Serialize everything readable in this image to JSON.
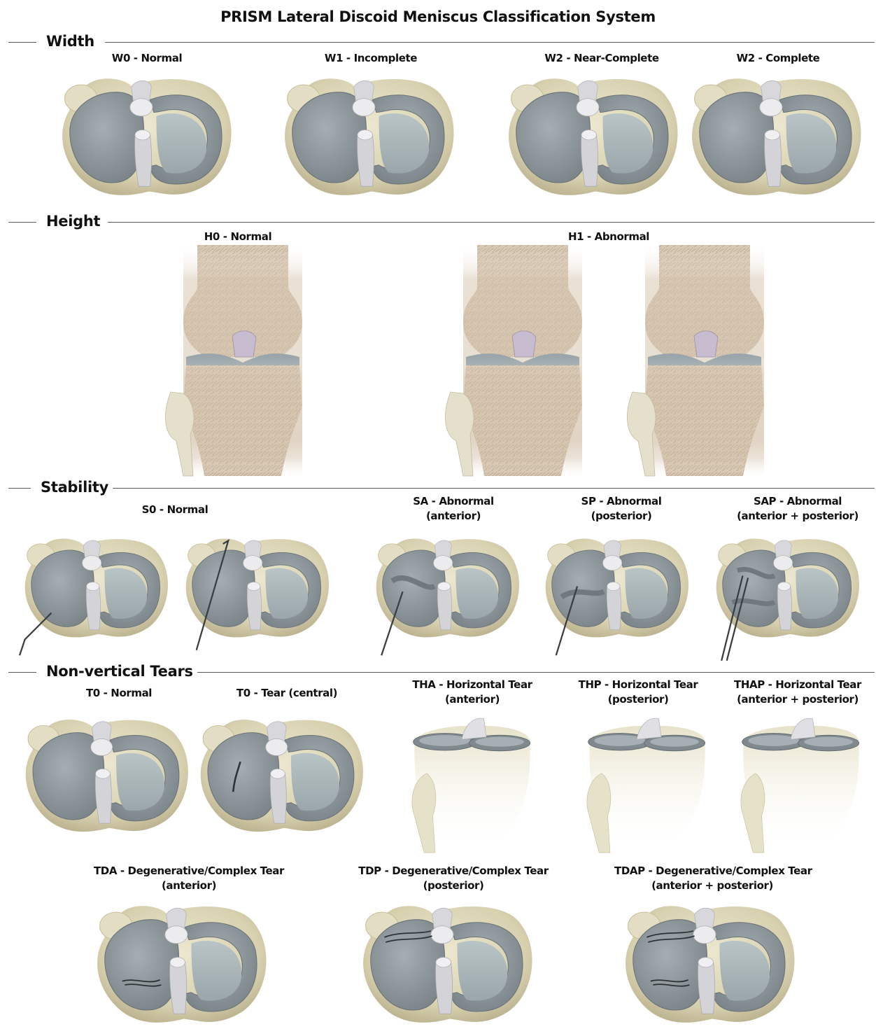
{
  "title": "PRISM Lateral Discoid Meniscus Classification System",
  "sections": {
    "width": {
      "label": "Width",
      "captions": [
        "W0 - Normal",
        "W1 - Incomplete",
        "W2 - Near-Complete",
        "W2 - Complete"
      ]
    },
    "height": {
      "label": "Height",
      "captions": [
        "H0 - Normal",
        "H1 - Abnormal"
      ]
    },
    "stability": {
      "label": "Stability",
      "captions": [
        {
          "line1": "S0 - Normal",
          "line2": ""
        },
        {
          "line1": "SA - Abnormal",
          "line2": "(anterior)"
        },
        {
          "line1": "SP - Abnormal",
          "line2": "(posterior)"
        },
        {
          "line1": "SAP - Abnormal",
          "line2": "(anterior + posterior)"
        }
      ]
    },
    "tears": {
      "label": "Non-vertical Tears",
      "captions": [
        {
          "line1": "T0 - Normal",
          "line2": ""
        },
        {
          "line1": "T0 - Tear (central)",
          "line2": ""
        },
        {
          "line1": "THA - Horizontal Tear",
          "line2": "(anterior)"
        },
        {
          "line1": "THP - Horizontal Tear",
          "line2": "(posterior)"
        },
        {
          "line1": "THAP - Horizontal Tear",
          "line2": "(anterior + posterior)"
        },
        {
          "line1": "TDA - Degenerative/Complex Tear",
          "line2": "(anterior)"
        },
        {
          "line1": "TDP - Degenerative/Complex Tear",
          "line2": "(posterior)"
        },
        {
          "line1": "TDAP - Degenerative/Complex Tear",
          "line2": "(anterior + posterior)"
        }
      ]
    }
  },
  "colors": {
    "bone": "#dcd6b8",
    "bone_dark": "#c9c09a",
    "meniscus": "#8e969c",
    "meniscus_light": "#a9b4b8",
    "ligament": "#d8d8dc",
    "rule": "#5a5a5a"
  }
}
